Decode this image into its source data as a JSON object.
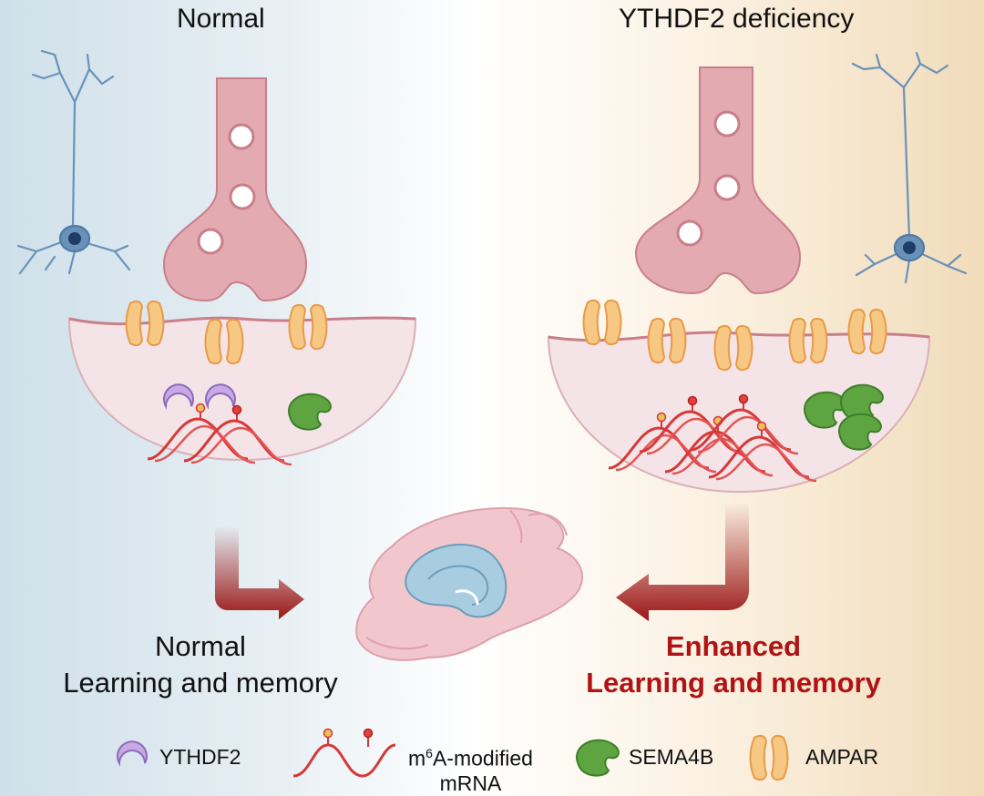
{
  "panels": {
    "normal": {
      "title": "Normal",
      "outcome_line1": "Normal",
      "outcome_line2": "Learning and memory"
    },
    "deficiency": {
      "title": "YTHDF2 deficiency",
      "outcome_line1": "Enhanced",
      "outcome_line2": "Learning and memory"
    }
  },
  "legend": {
    "ythdf2": "YTHDF2",
    "mrna_prefix": "m",
    "mrna_superscript": "6",
    "mrna_suffix": "A-modified",
    "mrna_line2": "mRNA",
    "sema4b": "SEMA4B",
    "ampar": "AMPAR"
  },
  "colors": {
    "presynapse": "#e3aab2",
    "postsynapse": "#f4e3e7",
    "ampar": "#f6c884",
    "mrna": "#d63838",
    "sema4b": "#5ea542",
    "ythdf2": "#c9a9e4",
    "arrow": "#9a1616",
    "enhanced_text": "#b01313",
    "neuron": "#6a92b8"
  }
}
